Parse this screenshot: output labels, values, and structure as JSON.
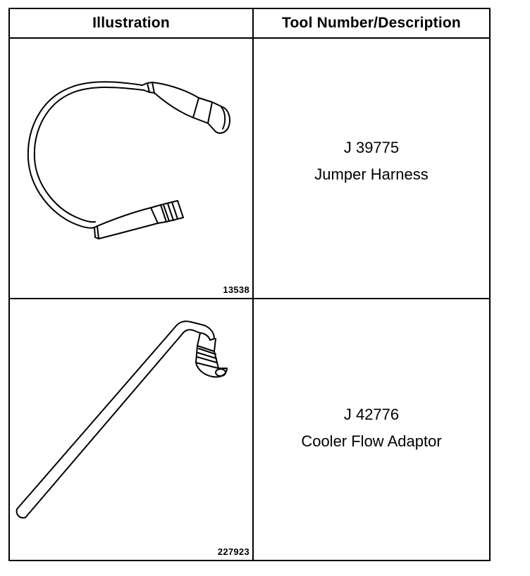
{
  "table": {
    "headers": {
      "illustration": "Illustration",
      "description": "Tool Number/Description"
    },
    "rows": [
      {
        "figure_number": "13538",
        "tool_number": "J 39775",
        "description": "Jumper Harness",
        "illustration_icon": "jumper-harness-icon"
      },
      {
        "figure_number": "227923",
        "tool_number": "J 42776",
        "description": "Cooler Flow Adaptor",
        "illustration_icon": "cooler-flow-adaptor-icon"
      }
    ]
  }
}
